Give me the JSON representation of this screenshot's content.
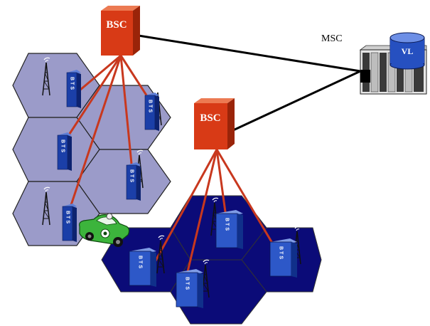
{
  "labels": {
    "bsc": "BSC",
    "msc": "MSC",
    "vlr": "VL",
    "bts": "BTS"
  },
  "colors": {
    "light_cell": "#9b9bc9",
    "dark_cell": "#0b0b78",
    "bsc_front": "#d83a16",
    "link_red": "#c8381e",
    "bts_front": "#1b3fa8",
    "car": "#3cb43c"
  },
  "icons": [
    "antenna-tower-icon",
    "car-icon",
    "server-rack-icon",
    "database-cylinder-icon"
  ]
}
